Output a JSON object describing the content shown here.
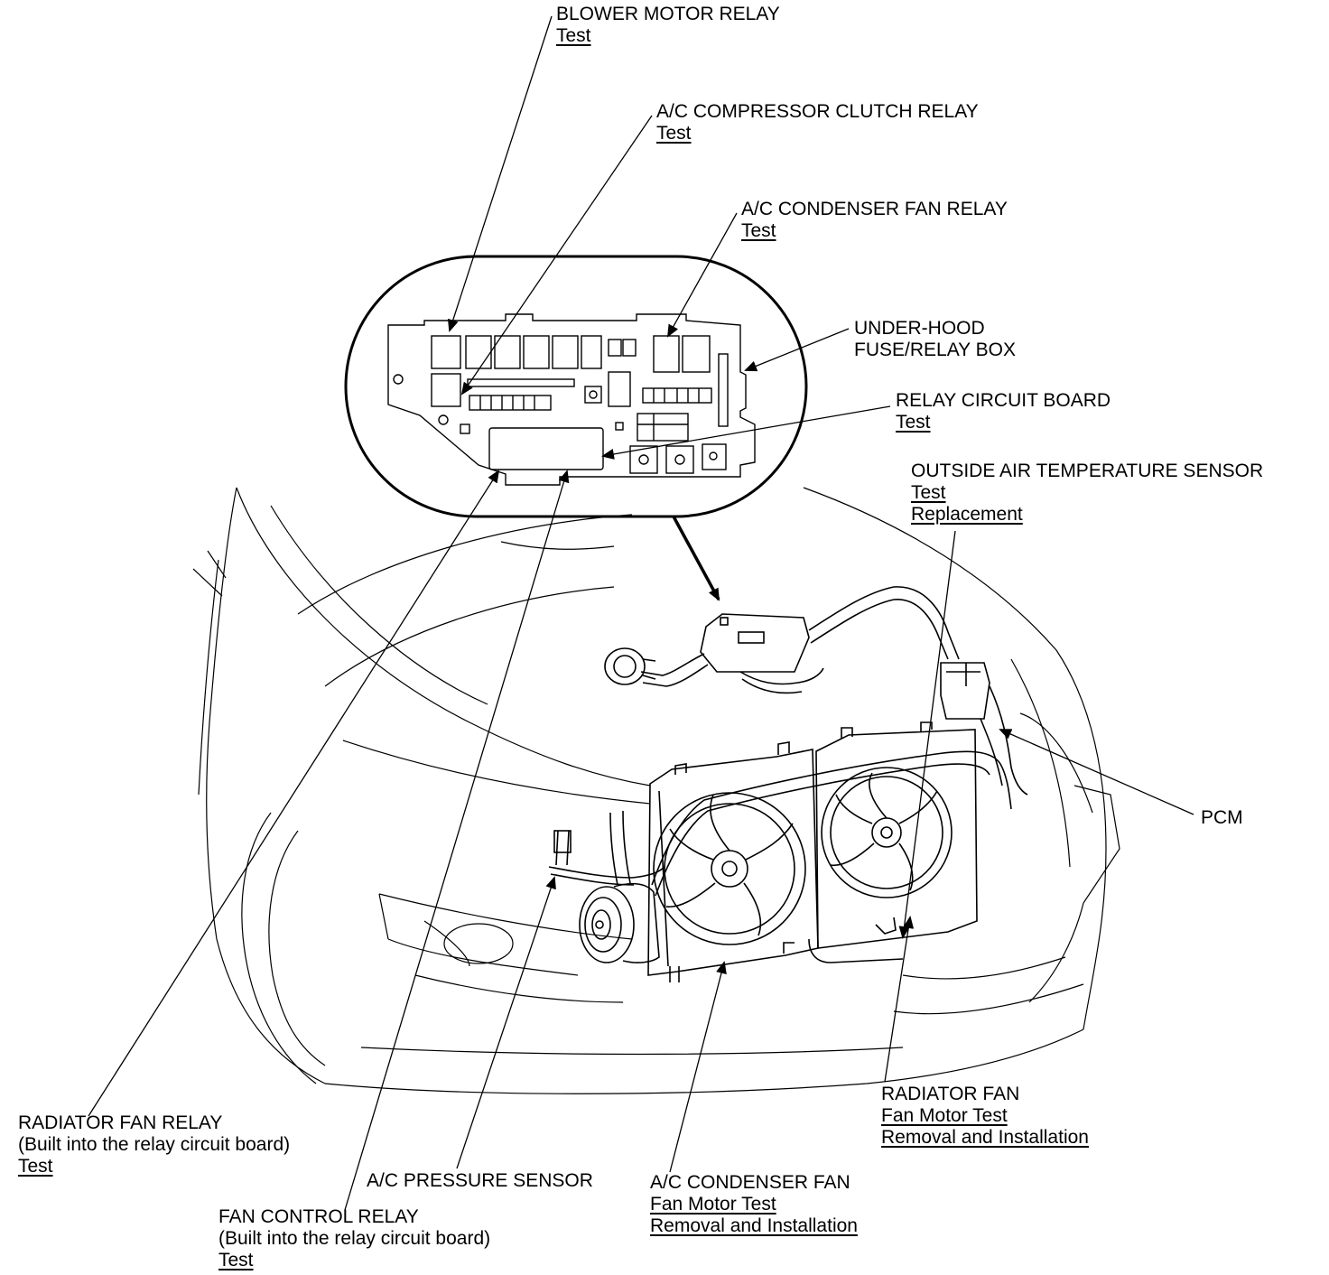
{
  "diagram_title": "",
  "callouts": {
    "blower_motor_relay": {
      "title": "BLOWER MOTOR RELAY",
      "links": [
        "Test"
      ]
    },
    "ac_compressor_clutch_relay": {
      "title": "A/C COMPRESSOR CLUTCH RELAY",
      "links": [
        "Test"
      ]
    },
    "ac_condenser_fan_relay": {
      "title": "A/C CONDENSER FAN RELAY",
      "links": [
        "Test"
      ]
    },
    "under_hood_fuse_relay_box": {
      "title_line1": "UNDER-HOOD",
      "title_line2": "FUSE/RELAY BOX"
    },
    "relay_circuit_board": {
      "title": "RELAY CIRCUIT BOARD",
      "links": [
        "Test"
      ]
    },
    "outside_air_temperature_sensor": {
      "title": "OUTSIDE AIR TEMPERATURE SENSOR",
      "links": [
        "Test",
        "Replacement"
      ]
    },
    "pcm": {
      "title": "PCM"
    },
    "radiator_fan": {
      "title": "RADIATOR FAN",
      "links": [
        "Fan Motor Test",
        "Removal and Installation"
      ]
    },
    "ac_condenser_fan": {
      "title": "A/C CONDENSER FAN",
      "links": [
        "Fan Motor Test",
        "Removal and Installation"
      ]
    },
    "ac_pressure_sensor": {
      "title": "A/C PRESSURE SENSOR"
    },
    "radiator_fan_relay": {
      "title": "RADIATOR FAN RELAY",
      "note": "(Built into the relay circuit board)",
      "links": [
        "Test"
      ]
    },
    "fan_control_relay": {
      "title": "FAN CONTROL RELAY",
      "note": "(Built into the relay circuit board)",
      "links": [
        "Test"
      ]
    }
  },
  "colors": {
    "ink": "#000000",
    "paper": "#ffffff"
  }
}
